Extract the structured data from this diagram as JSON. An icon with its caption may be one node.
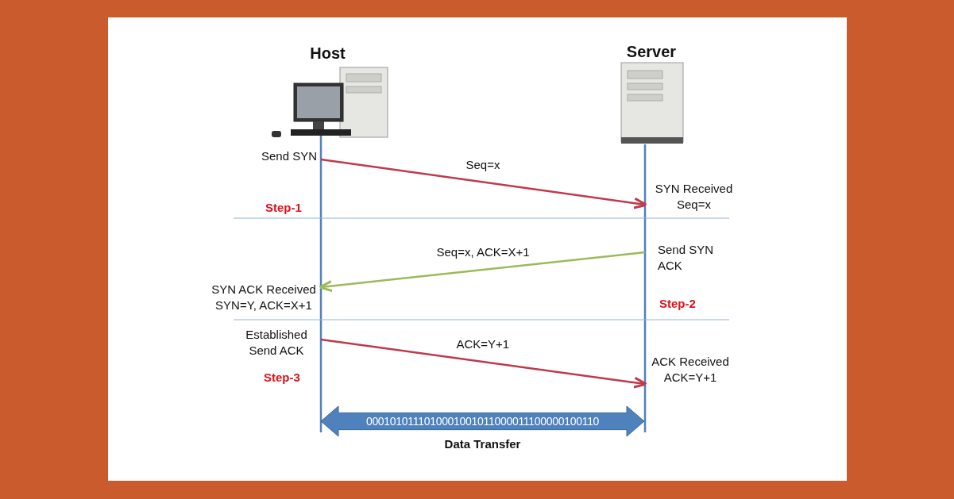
{
  "diagram": {
    "nodes": [
      {
        "text": [
          "Host"
        ]
      },
      {
        "text": [
          "Server"
        ]
      },
      {
        "text": [
          "Send SYN"
        ]
      },
      {
        "text": [
          "SYN Received Seq=x"
        ]
      },
      {
        "text": [
          "Send SYN ACK"
        ]
      },
      {
        "text": [
          "SYN ACK Received SYN=Y, ACK=X+1"
        ]
      },
      {
        "text": [
          "Established Send ACK"
        ]
      },
      {
        "text": [
          "ACK Received ACK=Y+1"
        ]
      },
      {
        "text": [
          "0001010111010001001011000011100000100110"
        ],
        "beside": [
          "Data Transfer"
        ]
      }
    ],
    "edges": [
      {
        "from": 2,
        "to": 3,
        "arrow": "to",
        "label": "Seq=x",
        "color": "#c0394b"
      },
      {
        "from": 4,
        "to": 5,
        "arrow": "to",
        "label": "Seq=x, ACK=X+1",
        "color": "#9bbb59"
      },
      {
        "from": 6,
        "to": 7,
        "arrow": "to",
        "label": "ACK=Y+1",
        "color": "#c0394b"
      }
    ],
    "labels": [
      "Step-1",
      "Step-2",
      "Step-3"
    ]
  }
}
